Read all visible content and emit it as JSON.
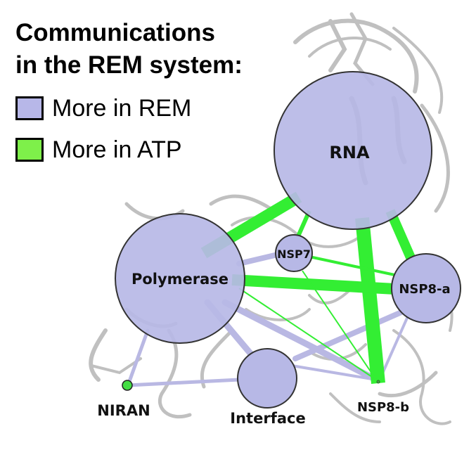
{
  "legend": {
    "title_line1": "Communications",
    "title_line2": "in the REM system:",
    "items": [
      {
        "label": "More in REM",
        "color": "#b7b7e8"
      },
      {
        "label": "More in ATP",
        "color": "#7ef04a"
      }
    ]
  },
  "colors": {
    "rem_node": "#b7b8e6",
    "rem_edge": "#b9b8e3",
    "atp_edge": "#33ee33",
    "node_stroke": "#333333",
    "protein": "#bdbdbd"
  },
  "nodes": {
    "rna": {
      "label": "RNA"
    },
    "polymerase": {
      "label": "Polymerase"
    },
    "nsp7": {
      "label": "NSP7"
    },
    "nsp8a": {
      "label": "NSP8-a"
    },
    "nsp8b": {
      "label": "NSP8-b"
    },
    "interface": {
      "label": "Interface"
    },
    "niran": {
      "label": "NIRAN"
    }
  }
}
